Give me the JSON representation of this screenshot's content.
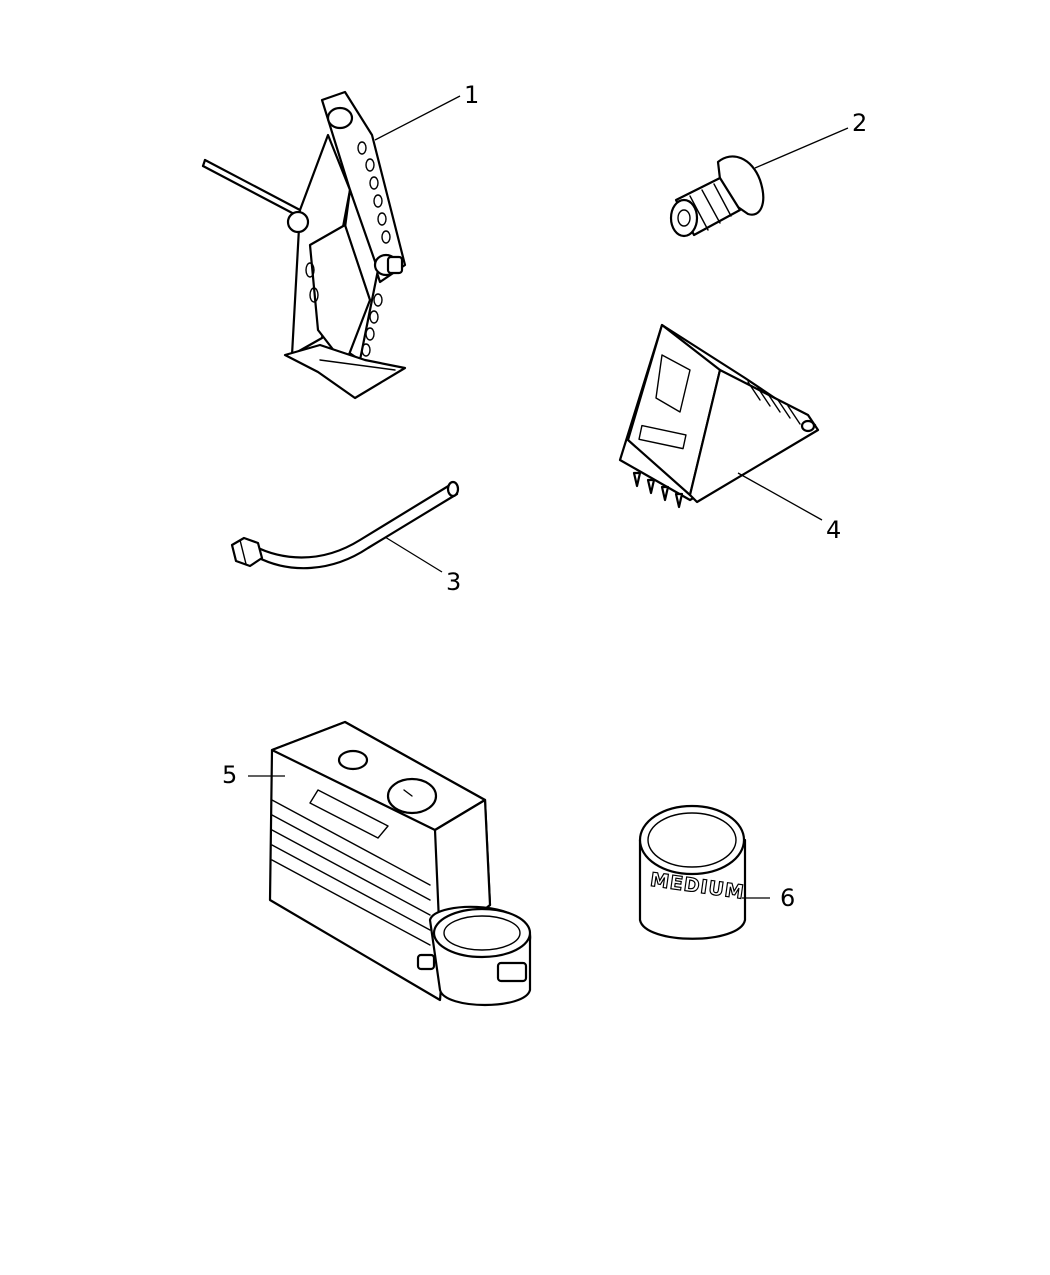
{
  "callouts": [
    {
      "id": "1",
      "part": "scissor-jack"
    },
    {
      "id": "2",
      "part": "wheel-lock-key"
    },
    {
      "id": "3",
      "part": "jack-handle"
    },
    {
      "id": "4",
      "part": "wheel-chock"
    },
    {
      "id": "5",
      "part": "tire-inflator-compressor"
    },
    {
      "id": "6",
      "part": "sealant-canister"
    }
  ],
  "canister_label": "MEDIUM",
  "colors": {
    "line": "#000000",
    "background": "#ffffff"
  }
}
